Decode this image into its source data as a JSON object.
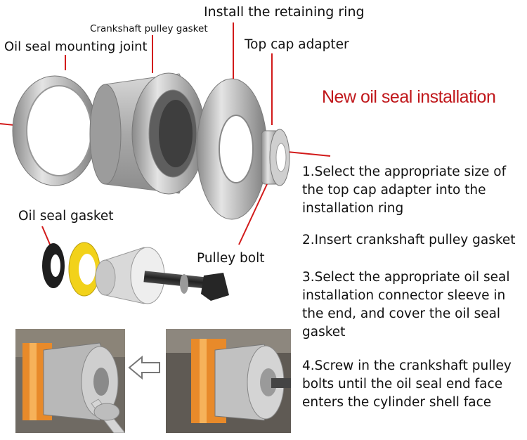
{
  "labels": {
    "install_retaining_ring": "Install the retaining ring",
    "crankshaft_pulley_gasket": "Crankshaft pulley gasket",
    "oil_seal_mounting_joint": "Oil seal mounting joint",
    "top_cap_adapter": "Top cap adapter",
    "oil_seal_gasket": "Oil seal gasket",
    "pulley_bolt": "Pulley bolt"
  },
  "title": "New oil seal installation",
  "steps": [
    "1.Select the appropriate size of the top cap adapter into the installation ring",
    "2.Insert crankshaft pulley gasket",
    "3.Select the appropriate oil seal installation connector sleeve in the end, and cover the oil seal gasket",
    "4.Screw in the crankshaft pulley bolts until the oil seal end face enters the cylinder shell face"
  ],
  "colors": {
    "accent_red": "#c0171b",
    "metal": "#b9b9b9",
    "gasket_yellow": "#f2d21a",
    "orange": "#e88a2a"
  },
  "icons": {
    "arrow": "left-arrow-icon"
  }
}
